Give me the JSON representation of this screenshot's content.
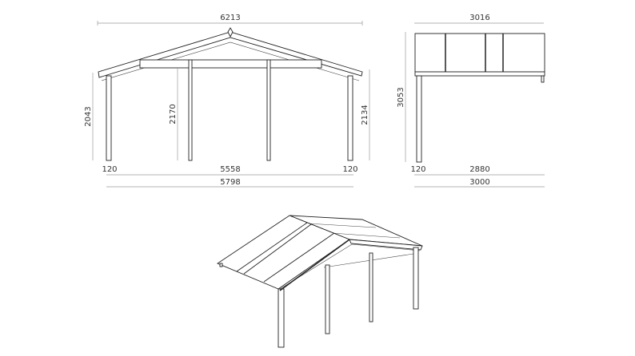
{
  "front_view": {
    "overall_width": "6213",
    "height_left": "2043",
    "height_middle": "2170",
    "height_right": "2134",
    "post_left": "120",
    "span": "5558",
    "post_right": "120",
    "base_width": "5798"
  },
  "side_view": {
    "overall_depth": "3016",
    "overall_height": "3053",
    "post": "120",
    "span": "2880",
    "base_depth": "3000"
  },
  "colors": {
    "line": "#222222",
    "dimension": "#9a9a9a"
  }
}
